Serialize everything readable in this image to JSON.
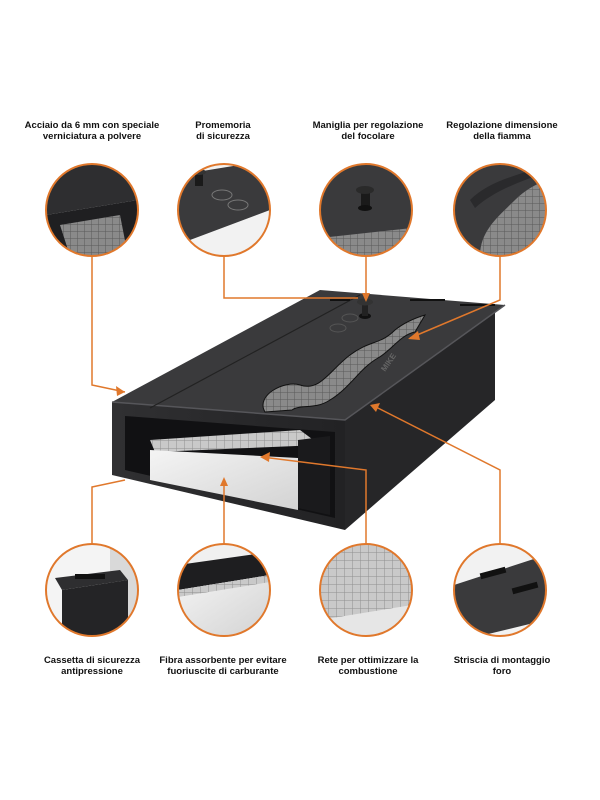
{
  "colors": {
    "accent": "#e0782c",
    "steel": "#2f2f31",
    "steel_dark": "#1d1d1f",
    "fiber": "#e9e9e9"
  },
  "brand_mark": "MIKE",
  "callouts_top": [
    {
      "line1": "Acciaio da 6 mm con speciale",
      "line2": "verniciatura a polvere"
    },
    {
      "line1": "Promemoria",
      "line2": "di sicurezza"
    },
    {
      "line1": "Maniglia per regolazione",
      "line2": "del focolare"
    },
    {
      "line1": "Regolazione dimensione",
      "line2": "della fiamma"
    }
  ],
  "callouts_bottom": [
    {
      "line1": "Cassetta di sicurezza",
      "line2": "antipressione"
    },
    {
      "line1": "Fibra assorbente per evitare",
      "line2": "fuoriuscite di carburante"
    },
    {
      "line1": "Rete per ottimizzare la",
      "line2": "combustione"
    },
    {
      "line1": "Striscia di montaggio",
      "line2": "foro"
    }
  ]
}
